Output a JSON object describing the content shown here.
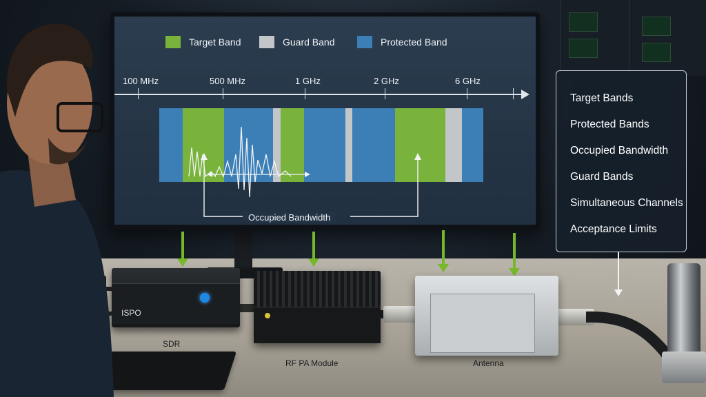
{
  "screen": {
    "legend": [
      {
        "label": "Target Band",
        "color": "#79b33b"
      },
      {
        "label": "Guard Band",
        "color": "#c3c6c8"
      },
      {
        "label": "Protected Band",
        "color": "#3c7fb7"
      }
    ],
    "axis_ticks": [
      "100 MHz",
      "500 MHz",
      "1 GHz",
      "2 GHz",
      "6 GHz"
    ],
    "occupied_bandwidth_label": "Occupied Bandwidth"
  },
  "callout_panel": {
    "items": [
      "Target Bands",
      "Protected Bands",
      "Occupied Bandwidth",
      "Guard Bands",
      "Simultaneous Channels",
      "Acceptance Limits"
    ]
  },
  "devices": {
    "sdr_label": "SDR",
    "sdr_brand": "ISPO",
    "pa_label": "RF PA Module",
    "antenna_label": "Antenna"
  },
  "colors": {
    "target": "#79b33b",
    "guard": "#c3c6c8",
    "protected": "#3c7fb7",
    "arrow_green": "#76b82a"
  }
}
